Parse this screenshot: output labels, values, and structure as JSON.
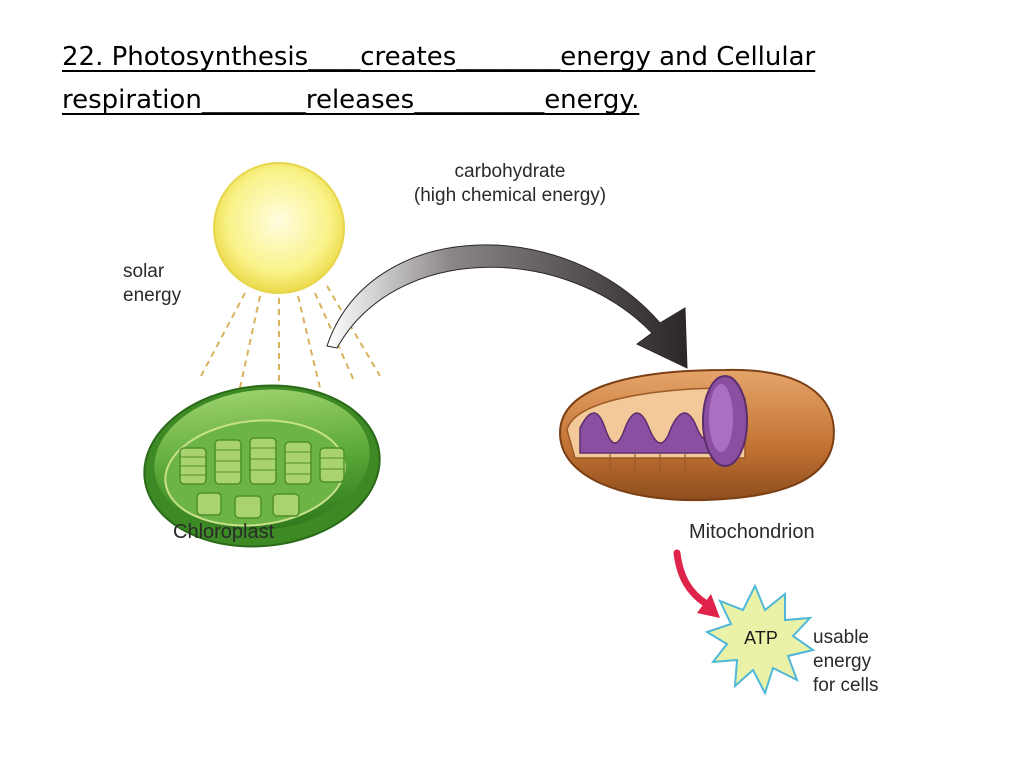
{
  "question": {
    "line1_a": "22. Photosynthesis",
    "line1_gap1": "____",
    "line1_b": "creates",
    "line1_gap2": "________",
    "line1_c": "energy and Cellular",
    "line2_a": "respiration",
    "line2_gap1": "________",
    "line2_b": "releases",
    "line2_gap2": "__________",
    "line2_c": "energy."
  },
  "diagram": {
    "solar_label_1": "solar",
    "solar_label_2": "energy",
    "carb_label_1": "carbohydrate",
    "carb_label_2": "(high chemical energy)",
    "chloroplast_label": "Chloroplast",
    "mitochondrion_label": "Mitochondrion",
    "atp_label": "ATP",
    "usable_label_1": "usable",
    "usable_label_2": "energy",
    "usable_label_3": "for cells",
    "icons": [
      "sun-icon",
      "chloroplast-icon",
      "mitochondrion-icon",
      "atp-burst-icon",
      "curved-arrow-icon",
      "red-arrow-icon"
    ]
  },
  "colors": {
    "sun": "#f7f17a",
    "chloroplast": "#5aa838",
    "mitochondrion": "#c9793c",
    "cristae": "#8a4fa0",
    "arrow_dark": "#3a3434",
    "atp_burst": "#eaf2a8",
    "red_arrow": "#e0234a"
  }
}
